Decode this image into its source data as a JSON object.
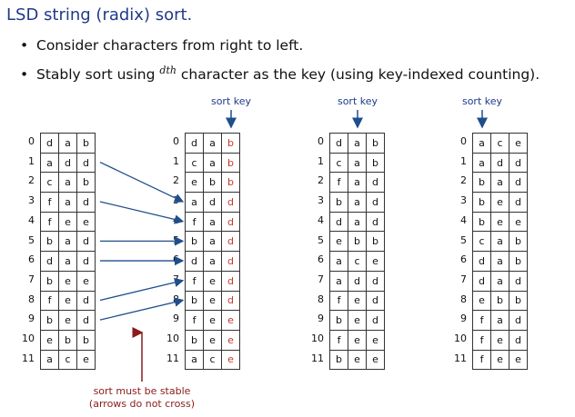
{
  "title": "LSD string (radix) sort.",
  "bullets": [
    {
      "text_before": "Consider characters from right to left.",
      "sup": "",
      "text_after": ""
    },
    {
      "text_before": "Stably sort using ",
      "sup": "d",
      "sup_th": "th",
      "text_after": " character as the key (using key-indexed counting)."
    }
  ],
  "sort_key_label": "sort key",
  "note": [
    "sort must be stable",
    "(arrows do not cross)"
  ],
  "row_indices": [
    "0",
    "1",
    "2",
    "3",
    "4",
    "5",
    "6",
    "7",
    "8",
    "9",
    "10",
    "11"
  ],
  "tables": [
    {
      "rows": [
        "dab",
        "add",
        "cab",
        "fad",
        "fee",
        "bad",
        "dad",
        "bee",
        "fed",
        "bed",
        "ebb",
        "ace"
      ],
      "key_col": -1
    },
    {
      "rows": [
        "dab",
        "cab",
        "ebb",
        "add",
        "fad",
        "bad",
        "dad",
        "fed",
        "bed",
        "fee",
        "bee",
        "ace"
      ],
      "key_col": 2
    },
    {
      "rows": [
        "dab",
        "cab",
        "fad",
        "bad",
        "dad",
        "ebb",
        "ace",
        "add",
        "fed",
        "bed",
        "fee",
        "bee"
      ],
      "key_col": 1
    },
    {
      "rows": [
        "ace",
        "add",
        "bad",
        "bed",
        "bee",
        "cab",
        "dab",
        "dad",
        "ebb",
        "fad",
        "fed",
        "fee"
      ],
      "key_col": 0
    }
  ],
  "arrows": [
    [
      1,
      3
    ],
    [
      3,
      4
    ],
    [
      5,
      5
    ],
    [
      6,
      6
    ],
    [
      8,
      7
    ],
    [
      9,
      8
    ]
  ],
  "colors": {
    "title": "#1f3a8a",
    "key_char": "#c0392b",
    "arrow": "#1f4e8c",
    "note": "#8b1a1a"
  }
}
